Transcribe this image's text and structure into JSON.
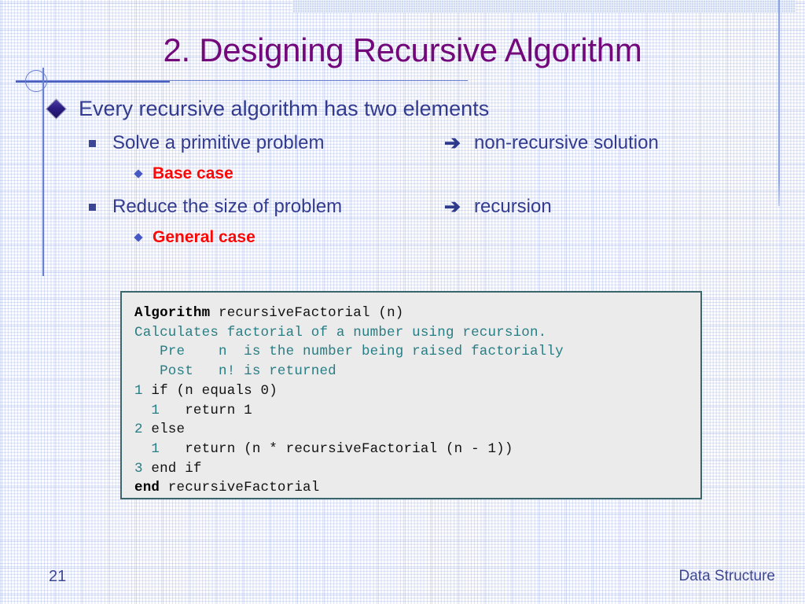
{
  "slide": {
    "title": "2. Designing Recursive Algorithm",
    "page_number": "21",
    "footer_right": "Data Structure",
    "colors": {
      "title": "#72087a",
      "body_text": "#333b8e",
      "highlight": "#fa0808",
      "code_comment": "#277e85",
      "code_box_border": "#39666b",
      "code_box_fill": "#ebebeb",
      "grid": "#8ca0e1",
      "top_band": "#cdd9f0"
    }
  },
  "bullets": {
    "level1": {
      "marker": "diamond-3d-bullet",
      "text": "Every recursive algorithm has two elements"
    },
    "items": [
      {
        "marker": "square-bullet",
        "text": "Solve a primitive problem",
        "arrow": "➔",
        "result": "non-recursive solution",
        "sub": {
          "marker": "small-diamond-bullet",
          "text": "Base case"
        }
      },
      {
        "marker": "square-bullet",
        "text": "Reduce the size of problem",
        "arrow": "➔",
        "result": "recursion",
        "sub": {
          "marker": "small-diamond-bullet",
          "text": "General case"
        }
      }
    ]
  },
  "code": {
    "lines": [
      {
        "id": "l1",
        "head": "Algorithm",
        "head_style": "kw",
        "rest": " recursiveFactorial (n)"
      },
      {
        "id": "l2",
        "head": "",
        "head_style": "cmt",
        "rest": "Calculates factorial of a number using recursion."
      },
      {
        "id": "l3",
        "head": "",
        "head_style": "cmt",
        "rest": "   Pre    n  is the number being raised factorially"
      },
      {
        "id": "l4",
        "head": "",
        "head_style": "cmt",
        "rest": "   Post   n! is returned"
      },
      {
        "id": "l5",
        "head": "1",
        "head_style": "num",
        "rest": " if (n equals 0)"
      },
      {
        "id": "l6",
        "head": "1",
        "head_style": "num",
        "rest": "   return 1",
        "indent": "  "
      },
      {
        "id": "l7",
        "head": "2",
        "head_style": "num",
        "rest": " else"
      },
      {
        "id": "l8",
        "head": "1",
        "head_style": "num",
        "rest": "   return (n * recursiveFactorial (n - 1))",
        "indent": "  "
      },
      {
        "id": "l9",
        "head": "3",
        "head_style": "num",
        "rest": " end if"
      },
      {
        "id": "l10",
        "head": "end",
        "head_style": "kw",
        "rest": " recursiveFactorial"
      }
    ],
    "raw": [
      "Algorithm recursiveFactorial (n)",
      "Calculates factorial of a number using recursion.",
      "   Pre    n  is the number being raised factorially",
      "   Post   n! is returned",
      "1 if (n equals 0)",
      "   1   return 1",
      "2 else",
      "   1   return (n * recursiveFactorial (n - 1))",
      "3 end if",
      "end recursiveFactorial"
    ]
  }
}
